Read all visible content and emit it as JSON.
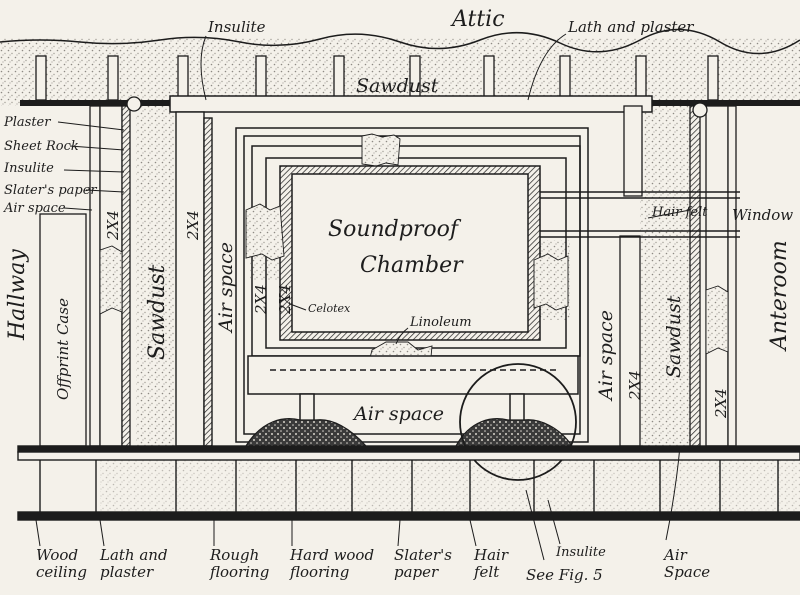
{
  "labels": {
    "attic": "Attic",
    "insulite_top": "Insulite",
    "lath_plaster_top": "Lath and plaster",
    "sawdust_top": "Sawdust",
    "plaster": "Plaster",
    "sheet_rock": "Sheet Rock",
    "insulite_left": "Insulite",
    "slaters_paper_left": "Slater's paper",
    "air_space_left": "Air space",
    "hallway": "Hallway",
    "offprint_case": "Offprint Case",
    "twobyfour_left": "2X4",
    "sawdust_left": "Sawdust",
    "twobyfour_left2": "2X4",
    "air_space_mid_left": "Air space",
    "twobyfour_inner_a": "2X4",
    "twobyfour_inner_b": "2X4",
    "celotex": "Celotex",
    "chamber_line1": "Soundproof",
    "chamber_line2": "Chamber",
    "linoleum": "Linoleum",
    "air_space_bottom": "Air space",
    "hair_felt_right": "Hair felt",
    "window": "Window",
    "air_space_right": "Air space",
    "twobyfour_right": "2X4",
    "sawdust_right": "Sawdust",
    "twobyfour_right2": "2X4",
    "anteroom": "Anteroom",
    "wood_ceiling": "Wood ceiling",
    "lath_plaster_bottom": "Lath and plaster",
    "rough_flooring": "Rough flooring",
    "hard_wood_flooring": "Hard wood flooring",
    "slaters_paper_bottom": "Slater's paper",
    "hair_felt_bottom": "Hair felt",
    "see_fig": "See Fig. 5",
    "insulite_bottom": "Insulite",
    "air_space_bottom_right": "Air Space"
  },
  "colors": {
    "ink": "#1c1c1c",
    "paper": "#f4f1ea",
    "stipple": "#9a9690"
  }
}
